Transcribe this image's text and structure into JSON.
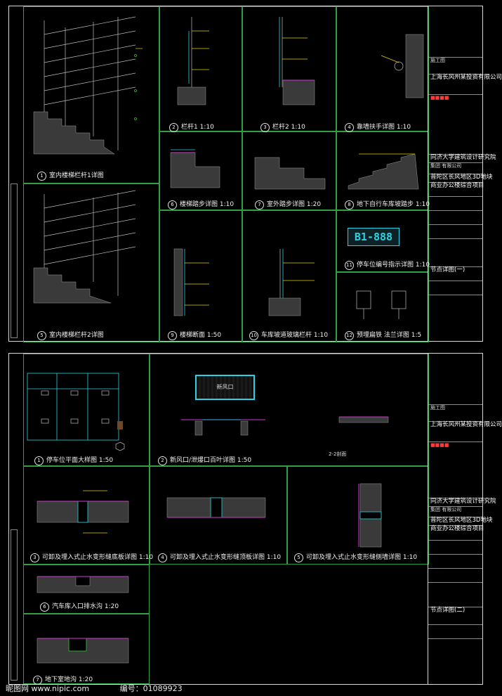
{
  "sheet1": {
    "captions": {
      "d1": {
        "num": "1",
        "text": "室内楼梯栏杆1详图"
      },
      "d2": {
        "num": "2",
        "text": "栏杆1  1:10"
      },
      "d3": {
        "num": "3",
        "text": "栏杆2  1:10"
      },
      "d4": {
        "num": "4",
        "text": "靠墙扶手详图  1:10"
      },
      "d5": {
        "num": "5",
        "text": "室内楼梯栏杆2详图"
      },
      "d6": {
        "num": "6",
        "text": "楼梯踏步详图  1:10"
      },
      "d7": {
        "num": "7",
        "text": "室外踏步详图  1:20"
      },
      "d8": {
        "num": "8",
        "text": "地下自行车库坡踏步  1:10"
      },
      "d9": {
        "num": "9",
        "text": "楼梯断面  1:50"
      },
      "d10": {
        "num": "10",
        "text": "车库坡道玻璃栏杆  1:10"
      },
      "d11": {
        "num": "11",
        "text": "停车位编号指示详图  1:10"
      },
      "d12": {
        "num": "12",
        "text": "预埋扁铁  法兰详图  1:5"
      }
    },
    "parking_sign": "B1-888",
    "title_block": {
      "org": "上海长风州某投资有限公司",
      "institute": "同济大学建筑设计研究院",
      "institute_sub": "集团  有限公司",
      "project_line1": "普陀区长风地区3D地块",
      "project_line2": "商业办公楼综合项目",
      "drawing_name": "节点详图(一)",
      "stage": "施工图"
    }
  },
  "sheet2": {
    "captions": {
      "d1": {
        "num": "1",
        "text": "停车位平面大样图        1:50"
      },
      "d2": {
        "num": "2",
        "text": "新风口/泄爆口百叶详图  1:50"
      },
      "d3": {
        "num": "3",
        "text": "可卸及埋入式止水变形缝底板详图  1:10"
      },
      "d4": {
        "num": "4",
        "text": "可卸及埋入式止水变形缝顶板详图  1:10"
      },
      "d5": {
        "num": "5",
        "text": "可卸及埋入式止水变形缝侧墙详图  1:10"
      },
      "d6": {
        "num": "6",
        "text": "汽车库入口排水沟  1:20"
      },
      "d7": {
        "num": "7",
        "text": "地下室地沟  1:20"
      }
    },
    "section_label": "2-2剖面",
    "louver_label": "新风口",
    "title_block": {
      "org": "上海长风州某投资有限公司",
      "institute": "同济大学建筑设计研究院",
      "institute_sub": "集团  有限公司",
      "project_line1": "普陀区长风地区3D地块",
      "project_line2": "商业办公楼综合项目",
      "drawing_name": "节点详图(二)",
      "stage": "施工图"
    }
  },
  "watermark": {
    "brand": "昵图网 www.nipic.com",
    "id": "编号：01089923"
  },
  "colors": {
    "frame": "#2f9e44",
    "cyan": "#28d3e6",
    "yellow": "#e6d300",
    "magenta": "#d03ad0"
  }
}
